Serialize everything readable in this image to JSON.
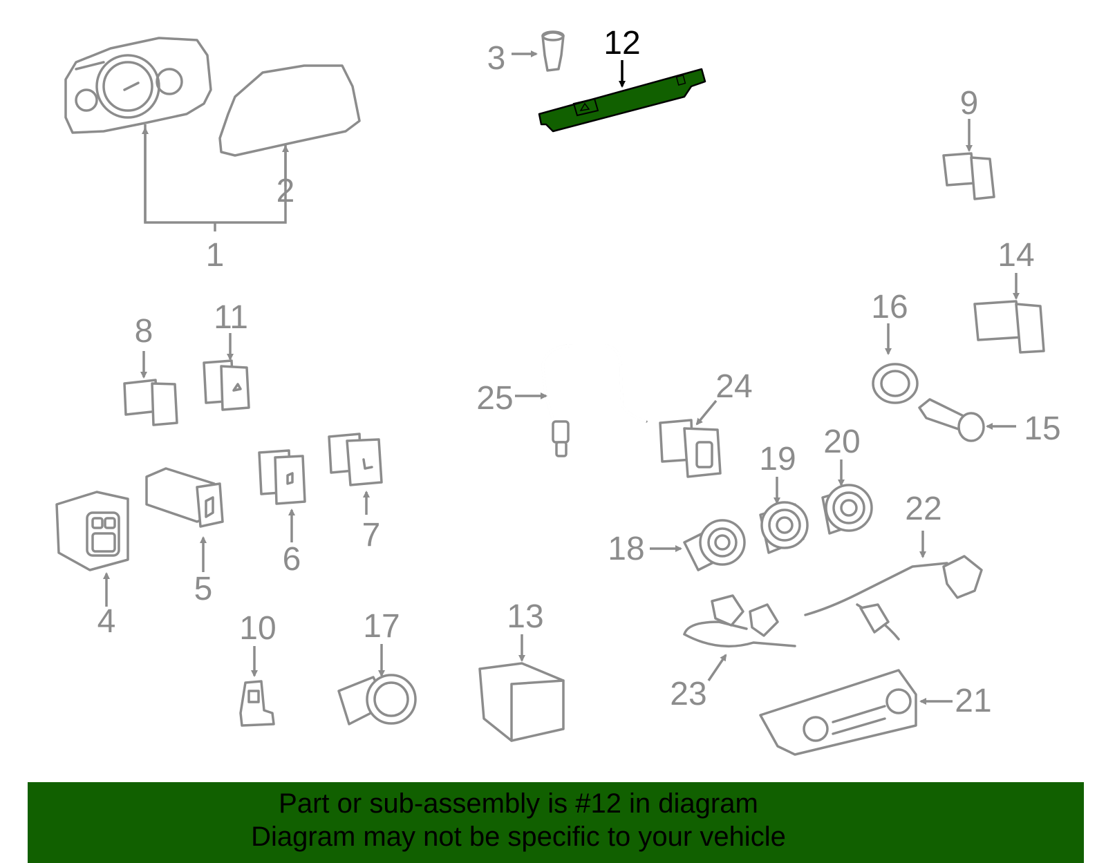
{
  "diagram": {
    "highlight_color": "#116000",
    "highlighted_part": "12",
    "callouts": [
      "1",
      "2",
      "3",
      "4",
      "5",
      "6",
      "7",
      "8",
      "9",
      "10",
      "11",
      "12",
      "13",
      "14",
      "15",
      "16",
      "17",
      "18",
      "19",
      "20",
      "21",
      "22",
      "23",
      "24",
      "25"
    ]
  },
  "banner": {
    "line1": "Part or sub-assembly is #12 in diagram",
    "line2": "Diagram may not be specific to your vehicle",
    "background": "#116000"
  }
}
